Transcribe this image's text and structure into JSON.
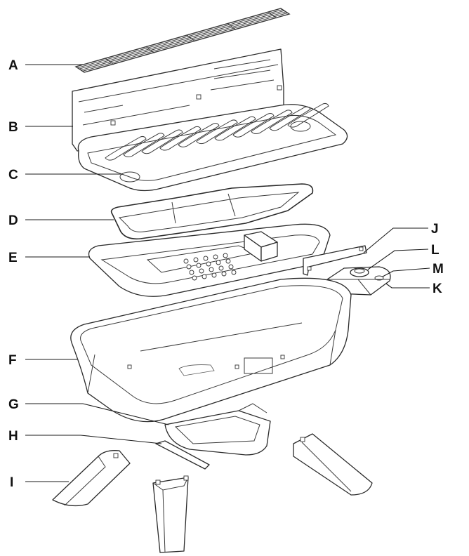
{
  "labels": {
    "a": "A",
    "b": "B",
    "c": "C",
    "d": "D",
    "e": "E",
    "f": "F",
    "g": "G",
    "h": "H",
    "i": "I",
    "j": "J",
    "k": "K",
    "l": "L",
    "m": "M"
  },
  "colors": {
    "line": "#2a2a2a",
    "background": "#ffffff"
  }
}
